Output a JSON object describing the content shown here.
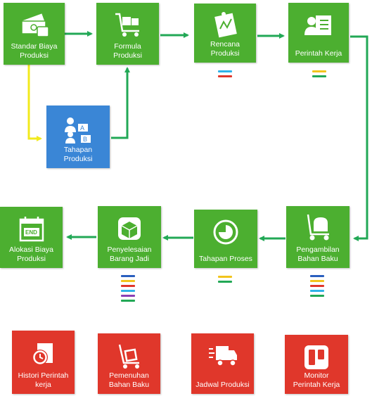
{
  "colors": {
    "tile_green": "#4caf30",
    "tile_blue": "#3a86d6",
    "tile_red": "#e0372b",
    "arrow_green": "#22a856",
    "arrow_yellow": "#f2ea1c"
  },
  "flow_tiles": [
    {
      "id": "standar-biaya-produksi",
      "label": "Standar Biaya\nProduksi",
      "icon": "money-icon"
    },
    {
      "id": "formula-produksi",
      "label": "Formula\nProduksi",
      "icon": "trolley-icon"
    },
    {
      "id": "rencana-produksi",
      "label": "Rencana\nProduksi",
      "icon": "notepad-icon"
    },
    {
      "id": "perintah-kerja",
      "label": "Perintah Kerja",
      "icon": "person-card-icon"
    },
    {
      "id": "tahapan-produksi",
      "label": "Tahapan\nProduksi",
      "icon": "people-steps-icon"
    },
    {
      "id": "pengambilan-bahan-baku",
      "label": "Pengambilan\nBahan Baku",
      "icon": "hand-truck-icon"
    },
    {
      "id": "tahapan-proses",
      "label": "Tahapan Proses",
      "icon": "clock-icon"
    },
    {
      "id": "penyelesaian-barang-jadi",
      "label": "Penyelesaian\nBarang Jadi",
      "icon": "box-icon"
    },
    {
      "id": "alokasi-biaya-produksi",
      "label": "Alokasi Biaya\nProduksi",
      "icon": "calendar-end-icon"
    }
  ],
  "report_tiles": [
    {
      "id": "histori-perintah-kerja",
      "label": "Histori Perintah\nkerja",
      "icon": "history-icon"
    },
    {
      "id": "pemenuhan-bahan-baku",
      "label": "Pemenuhan\nBahan Baku",
      "icon": "dolly-icon"
    },
    {
      "id": "jadwal-produksi",
      "label": "Jadwal Produksi",
      "icon": "truck-icon"
    },
    {
      "id": "monitor-perintah-kerja",
      "label": "Monitor\nPerintah Kerja",
      "icon": "board-icon"
    }
  ],
  "indicator_bars": {
    "rencana-produksi": [
      "#2fb3e8",
      "#e0372b"
    ],
    "perintah-kerja": [
      "#f2c41c",
      "#22a856"
    ],
    "pengambilan-bahan-baku": [
      "#2a5fbf",
      "#f2c41c",
      "#e0372b",
      "#2fb3e8",
      "#22a856"
    ],
    "tahapan-proses": [
      "#f2c41c",
      "#22a856"
    ],
    "penyelesaian-barang-jadi": [
      "#2a5fbf",
      "#f2c41c",
      "#e0372b",
      "#2fb3e8",
      "#8a3fb5",
      "#22a856"
    ]
  }
}
